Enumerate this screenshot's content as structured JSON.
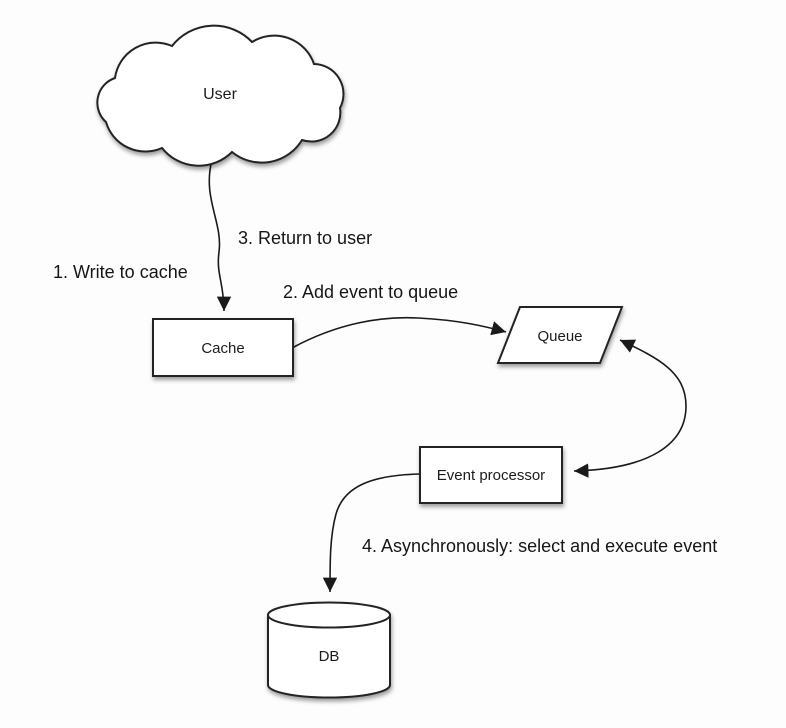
{
  "diagram": {
    "nodes": {
      "user": {
        "label": "User",
        "shape": "cloud"
      },
      "cache": {
        "label": "Cache",
        "shape": "rectangle"
      },
      "queue": {
        "label": "Queue",
        "shape": "parallelogram"
      },
      "event_processor": {
        "label": "Event processor",
        "shape": "rectangle"
      },
      "db": {
        "label": "DB",
        "shape": "cylinder"
      }
    },
    "labels": {
      "step1": "1. Write to cache",
      "step2": "2. Add event to queue",
      "step3": "3. Return to user",
      "step4": "4. Asynchronously: select and execute event"
    },
    "colors": {
      "background": "#fdfdfd",
      "shape_fill": "#ffffff",
      "stroke": "#1a1a1a",
      "text": "#1c1c1e"
    }
  }
}
